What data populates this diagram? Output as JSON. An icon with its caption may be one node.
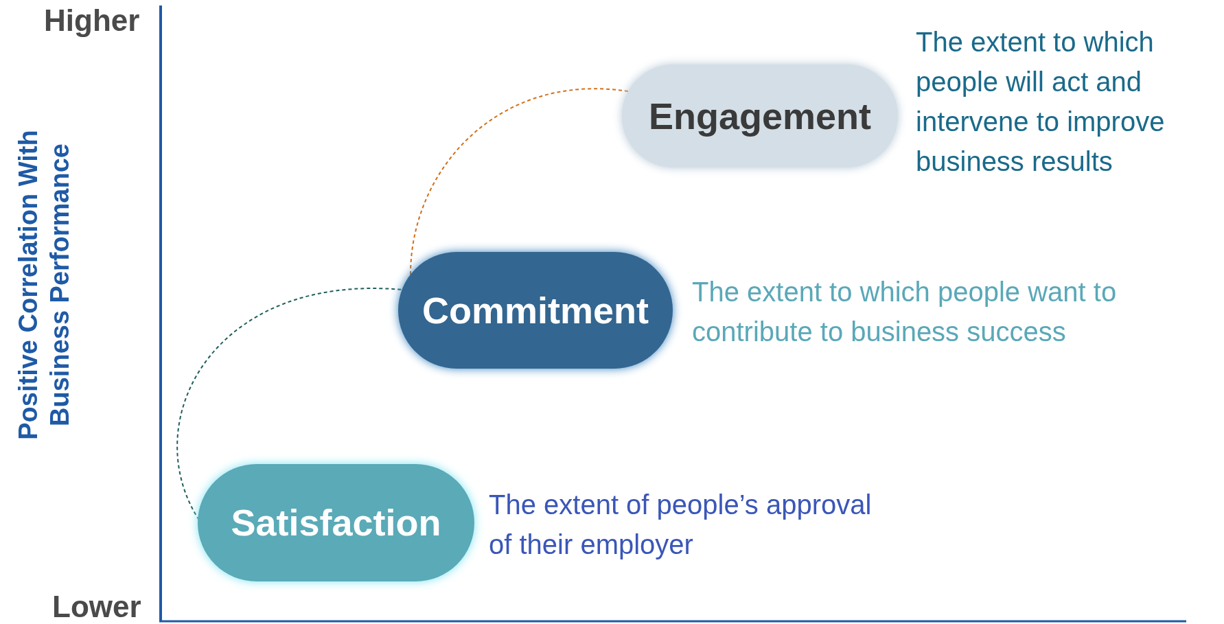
{
  "diagram": {
    "nodes": [
      {
        "text": [
          "Satisfaction"
        ],
        "beside": [
          "The extent of people’s approval of their employer"
        ]
      },
      {
        "text": [
          "Commitment"
        ],
        "beside": [
          "The extent to which people want to contribute to business success"
        ]
      },
      {
        "text": [
          "Engagement"
        ],
        "beside": [
          "The extent to which people will act and intervene to improve business results"
        ]
      }
    ],
    "edges": [
      {
        "from": 0,
        "to": 1,
        "arrow": "none",
        "style": "dashed",
        "color": "#1f5f5a"
      },
      {
        "from": 1,
        "to": 2,
        "arrow": "none",
        "style": "dashed",
        "color": "#d0701a"
      }
    ],
    "labels": [
      "Higher",
      "Lower",
      "Positive Correlation With Business Performance"
    ]
  }
}
